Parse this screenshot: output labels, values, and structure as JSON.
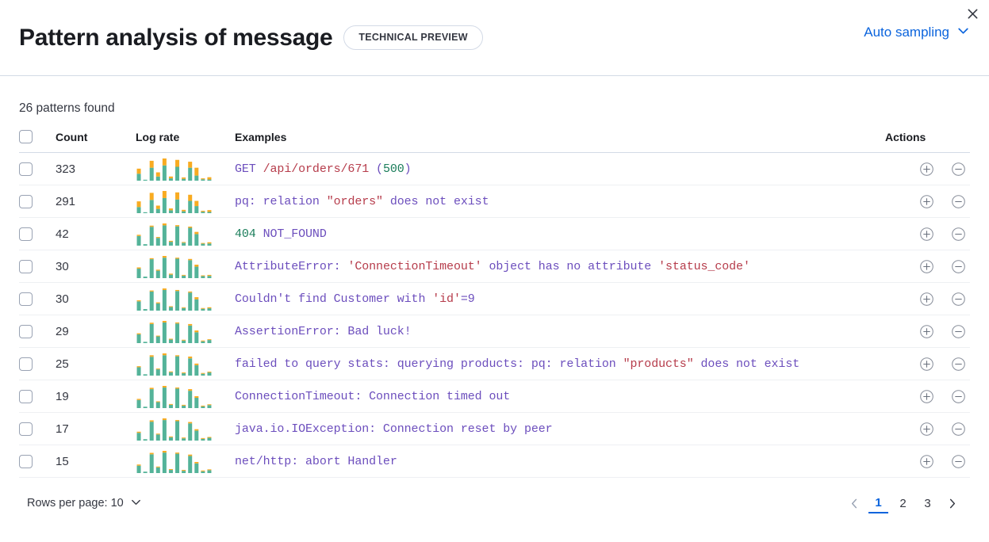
{
  "header": {
    "title": "Pattern analysis of message",
    "badge": "TECHNICAL PREVIEW",
    "sampling_label": "Auto sampling",
    "chevron_icon": "chevron-down-icon",
    "close_icon": "close-icon"
  },
  "summary": {
    "patterns_found": "26 patterns found"
  },
  "table": {
    "columns": [
      "Count",
      "Log rate",
      "Examples",
      "Actions"
    ],
    "select_all_label": "",
    "rows": [
      {
        "count": "323",
        "example": "GET /api/orders/671 (500)",
        "tokens": [
          {
            "t": "GET ",
            "c": "kw"
          },
          {
            "t": "/api/orders/671",
            "c": "str"
          },
          {
            "t": " (",
            "c": "kw"
          },
          {
            "t": "500",
            "c": "num"
          },
          {
            "t": ")",
            "c": "kw"
          }
        ],
        "sparkline": {
          "teal": [
            30,
            4,
            56,
            18,
            66,
            10,
            60,
            8,
            56,
            22,
            6,
            5
          ],
          "orange": [
            22,
            0,
            30,
            18,
            30,
            8,
            30,
            6,
            26,
            34,
            4,
            10
          ]
        }
      },
      {
        "count": "291",
        "example": "pq: relation \"orders\" does not exist",
        "tokens": [
          {
            "t": "pq: relation ",
            "c": "kw"
          },
          {
            "t": "\"orders\"",
            "c": "str"
          },
          {
            "t": " does not exist",
            "c": "kw"
          }
        ],
        "sparkline": {
          "teal": [
            26,
            4,
            56,
            18,
            64,
            12,
            58,
            8,
            52,
            30,
            6,
            5
          ],
          "orange": [
            24,
            0,
            30,
            14,
            30,
            8,
            30,
            6,
            26,
            22,
            4,
            8
          ]
        }
      },
      {
        "count": "42",
        "example": "404 NOT_FOUND",
        "tokens": [
          {
            "t": "404",
            "c": "num"
          },
          {
            "t": " NOT_FOUND",
            "c": "kw"
          }
        ],
        "sparkline": {
          "teal": [
            40,
            6,
            78,
            32,
            84,
            16,
            80,
            12,
            74,
            48,
            8,
            9
          ],
          "orange": [
            5,
            0,
            5,
            4,
            8,
            4,
            5,
            3,
            5,
            9,
            3,
            5
          ]
        }
      },
      {
        "count": "30",
        "example": "AttributeError: 'ConnectionTimeout' object has no attribute 'status_code'",
        "tokens": [
          {
            "t": "AttributeError: ",
            "c": "kw"
          },
          {
            "t": "'ConnectionTimeout'",
            "c": "str"
          },
          {
            "t": " object has no attribute ",
            "c": "kw"
          },
          {
            "t": "'status_code'",
            "c": "str"
          }
        ],
        "sparkline": {
          "teal": [
            38,
            6,
            76,
            30,
            82,
            14,
            78,
            10,
            72,
            46,
            8,
            9
          ],
          "orange": [
            5,
            0,
            4,
            4,
            7,
            4,
            4,
            3,
            5,
            8,
            3,
            4
          ]
        }
      },
      {
        "count": "30",
        "example": "Couldn't find Customer with 'id'=9",
        "tokens": [
          {
            "t": "Couldn't find Customer with ",
            "c": "kw"
          },
          {
            "t": "'id'",
            "c": "str"
          },
          {
            "t": "=9",
            "c": "kw"
          }
        ],
        "sparkline": {
          "teal": [
            36,
            6,
            74,
            28,
            80,
            14,
            76,
            10,
            70,
            44,
            7,
            9
          ],
          "orange": [
            4,
            0,
            4,
            4,
            6,
            3,
            4,
            3,
            4,
            8,
            3,
            4
          ]
        }
      },
      {
        "count": "29",
        "example": "AssertionError: Bad luck!",
        "tokens": [
          {
            "t": "AssertionError: Bad luck!",
            "c": "kw"
          }
        ],
        "sparkline": {
          "teal": [
            34,
            5,
            74,
            26,
            80,
            14,
            76,
            10,
            68,
            42,
            7,
            12
          ],
          "orange": [
            4,
            0,
            5,
            3,
            6,
            3,
            4,
            3,
            6,
            7,
            3,
            3
          ]
        }
      },
      {
        "count": "25",
        "example": "failed to query stats: querying products: pq: relation \"products\" does not exist",
        "tokens": [
          {
            "t": "failed to query stats: querying products: pq: relation ",
            "c": "kw"
          },
          {
            "t": "\"products\"",
            "c": "str"
          },
          {
            "t": " does not exist",
            "c": "kw"
          }
        ],
        "sparkline": {
          "teal": [
            32,
            5,
            72,
            24,
            78,
            13,
            74,
            9,
            66,
            40,
            7,
            12
          ],
          "orange": [
            4,
            0,
            6,
            3,
            7,
            3,
            4,
            3,
            7,
            6,
            3,
            3
          ]
        }
      },
      {
        "count": "19",
        "example": "ConnectionTimeout: Connection timed out",
        "tokens": [
          {
            "t": "ConnectionTimeout: Connection timed out",
            "c": "kw"
          }
        ],
        "sparkline": {
          "teal": [
            30,
            5,
            70,
            22,
            76,
            12,
            72,
            9,
            64,
            38,
            6,
            11
          ],
          "orange": [
            4,
            0,
            5,
            3,
            6,
            3,
            4,
            3,
            6,
            6,
            3,
            3
          ]
        }
      },
      {
        "count": "17",
        "example": "java.io.IOException: Connection reset by peer",
        "tokens": [
          {
            "t": "java.io.IOException: Connection reset by peer",
            "c": "kw"
          }
        ],
        "sparkline": {
          "teal": [
            28,
            5,
            68,
            22,
            74,
            12,
            70,
            8,
            62,
            36,
            6,
            10
          ],
          "orange": [
            4,
            0,
            5,
            3,
            6,
            3,
            4,
            3,
            5,
            5,
            3,
            3
          ]
        }
      },
      {
        "count": "15",
        "example": "net/http: abort Handler",
        "tokens": [
          {
            "t": "net/http: abort Handler",
            "c": "kw"
          }
        ],
        "sparkline": {
          "teal": [
            26,
            5,
            66,
            20,
            72,
            11,
            68,
            8,
            60,
            34,
            6,
            10
          ],
          "orange": [
            4,
            0,
            5,
            3,
            6,
            3,
            4,
            3,
            5,
            5,
            3,
            3
          ]
        }
      }
    ],
    "action_icons": {
      "add": "circle-plus-icon",
      "remove": "circle-minus-icon"
    }
  },
  "footer": {
    "rows_per_page": "Rows per page: 10",
    "chevron_icon": "chevron-down-icon",
    "prev_icon": "chevron-left-icon",
    "next_icon": "chevron-right-icon",
    "pages": [
      "1",
      "2",
      "3"
    ],
    "active_page": "1"
  },
  "colors": {
    "teal": "#54b399",
    "orange": "#f8ab21",
    "accent": "#0b64dd",
    "keyword": "#6c4ebd",
    "string": "#b63c4b",
    "number": "#1a7d5a"
  }
}
